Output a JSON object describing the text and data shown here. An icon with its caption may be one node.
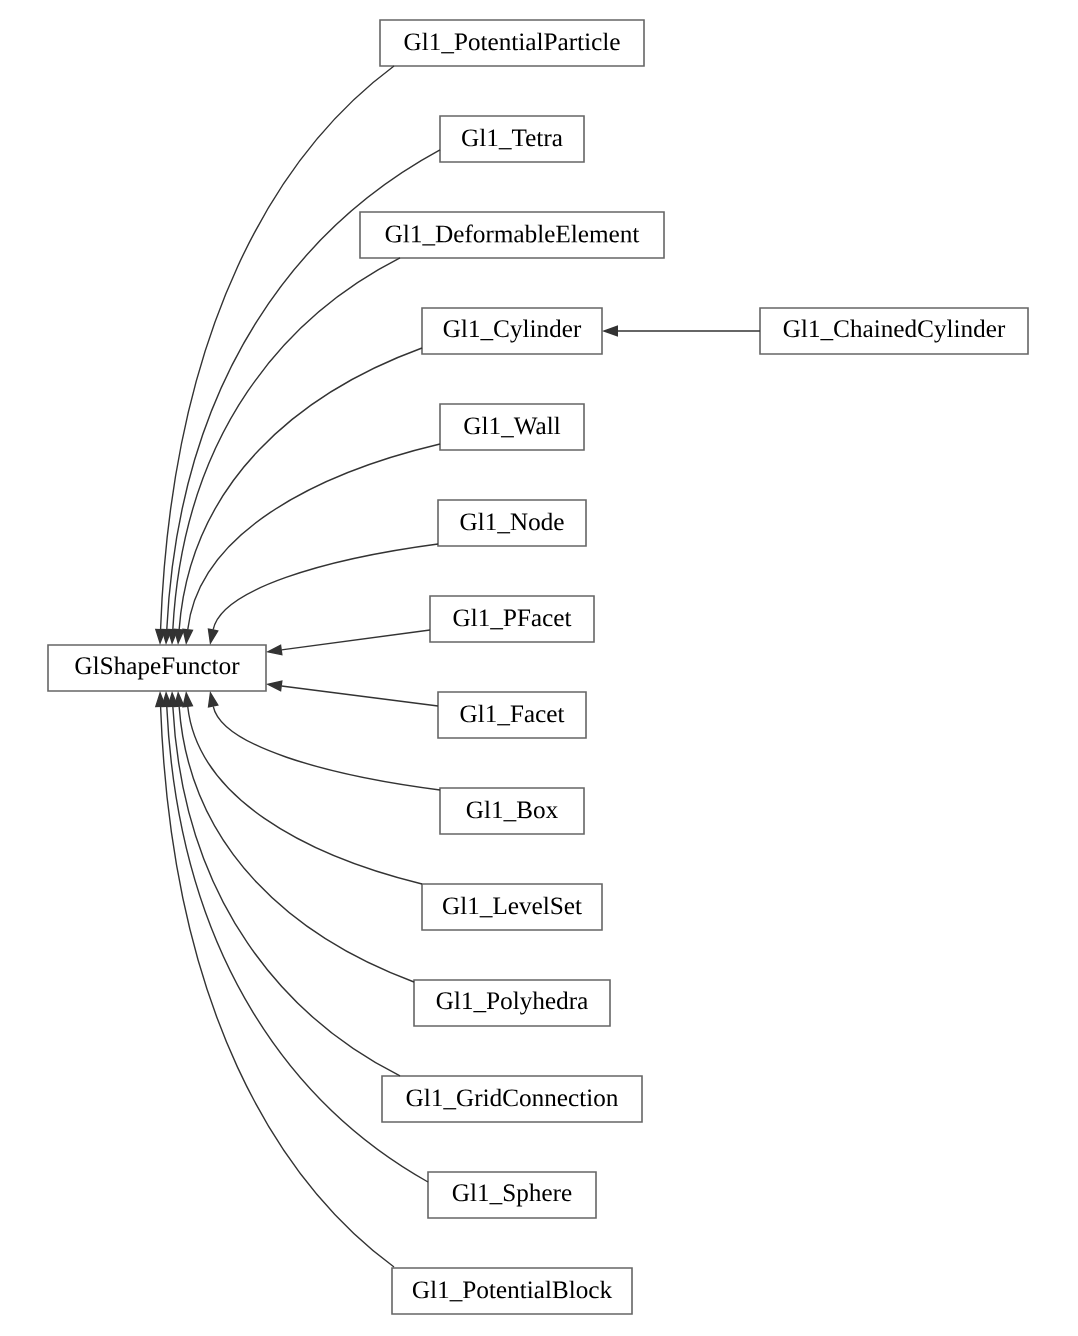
{
  "diagram": {
    "nodes": [
      {
        "text": [
          "GlShapeFunctor"
        ]
      },
      {
        "text": [
          "Gl1_PotentialParticle"
        ]
      },
      {
        "text": [
          "Gl1_Tetra"
        ]
      },
      {
        "text": [
          "Gl1_DeformableElement"
        ]
      },
      {
        "text": [
          "Gl1_Cylinder"
        ]
      },
      {
        "text": [
          "Gl1_ChainedCylinder"
        ]
      },
      {
        "text": [
          "Gl1_Wall"
        ]
      },
      {
        "text": [
          "Gl1_Node"
        ]
      },
      {
        "text": [
          "Gl1_PFacet"
        ]
      },
      {
        "text": [
          "Gl1_Facet"
        ]
      },
      {
        "text": [
          "Gl1_Box"
        ]
      },
      {
        "text": [
          "Gl1_LevelSet"
        ]
      },
      {
        "text": [
          "Gl1_Polyhedra"
        ]
      },
      {
        "text": [
          "Gl1_GridConnection"
        ]
      },
      {
        "text": [
          "Gl1_Sphere"
        ]
      },
      {
        "text": [
          "Gl1_PotentialBlock"
        ]
      }
    ],
    "edges": [
      {
        "from": 1,
        "to": 0,
        "arrow": "to"
      },
      {
        "from": 2,
        "to": 0,
        "arrow": "to"
      },
      {
        "from": 3,
        "to": 0,
        "arrow": "to"
      },
      {
        "from": 4,
        "to": 0,
        "arrow": "to"
      },
      {
        "from": 5,
        "to": 4,
        "arrow": "to"
      },
      {
        "from": 6,
        "to": 0,
        "arrow": "to"
      },
      {
        "from": 7,
        "to": 0,
        "arrow": "to"
      },
      {
        "from": 8,
        "to": 0,
        "arrow": "to"
      },
      {
        "from": 9,
        "to": 0,
        "arrow": "to"
      },
      {
        "from": 10,
        "to": 0,
        "arrow": "to"
      },
      {
        "from": 11,
        "to": 0,
        "arrow": "to"
      },
      {
        "from": 12,
        "to": 0,
        "arrow": "to"
      },
      {
        "from": 13,
        "to": 0,
        "arrow": "to"
      },
      {
        "from": 14,
        "to": 0,
        "arrow": "to"
      },
      {
        "from": 15,
        "to": 0,
        "arrow": "to"
      }
    ]
  }
}
